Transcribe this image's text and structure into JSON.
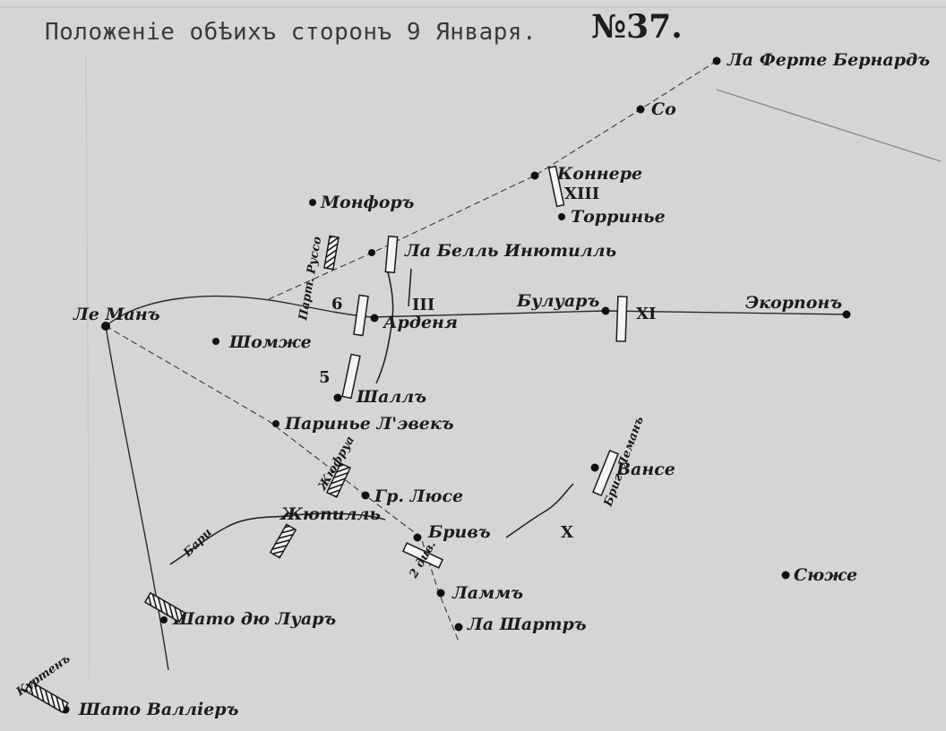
{
  "map": {
    "title": "Положеніе обѣихъ сторонъ 9 Января.",
    "sheet_number": "№37."
  },
  "places": [
    {
      "name": "Ла Ферте Бернардъ"
    },
    {
      "name": "Со"
    },
    {
      "name": "Коннере"
    },
    {
      "name": "Торриньe"
    },
    {
      "name": "Монфоръ"
    },
    {
      "name": "Ла Белль Инютилль"
    },
    {
      "name": "Арденя"
    },
    {
      "name": "Булуаръ"
    },
    {
      "name": "Экорпонъ"
    },
    {
      "name": "Ле Манъ"
    },
    {
      "name": "Шомже"
    },
    {
      "name": "Шаллъ"
    },
    {
      "name": "Паринье Л'эвекъ"
    },
    {
      "name": "Гр. Люсе"
    },
    {
      "name": "Жюпилль"
    },
    {
      "name": "Бривъ"
    },
    {
      "name": "Вансе"
    },
    {
      "name": "Ламмъ"
    },
    {
      "name": "Ла Шартръ"
    },
    {
      "name": "Шато дю Луаръ"
    },
    {
      "name": "Сюже"
    },
    {
      "name": "Шато Валлiеръ"
    }
  ],
  "units": [
    {
      "label": "XIII"
    },
    {
      "label": "III"
    },
    {
      "label": "XI"
    },
    {
      "label": "6"
    },
    {
      "label": "5"
    },
    {
      "label": "X"
    },
    {
      "label": "Парт. Руссо"
    },
    {
      "label": "Жюфруа"
    },
    {
      "label": "Бари"
    },
    {
      "label": "Куртенъ"
    },
    {
      "label": "Бриг. Леманъ"
    },
    {
      "label": "2 див."
    }
  ],
  "colors": {
    "paper": "#d6d5d3",
    "ink": "#1a1a1a"
  }
}
